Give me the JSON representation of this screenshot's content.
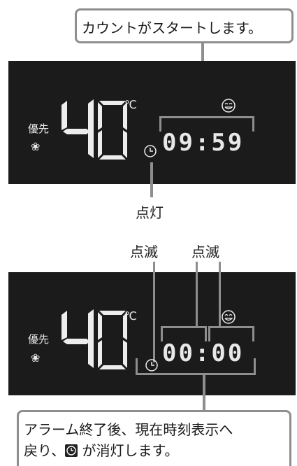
{
  "top_callout": {
    "text": "カウントがスタートします。"
  },
  "top_display": {
    "priority_label": "優先",
    "temperature": "40",
    "unit": "℃",
    "time": "09:59"
  },
  "label_lit": "点灯",
  "labels_blink": [
    "点滅",
    "点滅"
  ],
  "bottom_display": {
    "priority_label": "優先",
    "temperature": "40",
    "unit": "℃",
    "time": "00:00"
  },
  "bottom_callout": {
    "line1": "アラーム終了後、現在時刻表示へ",
    "line2_before": "戻り、",
    "line2_after": " が消灯します。"
  }
}
